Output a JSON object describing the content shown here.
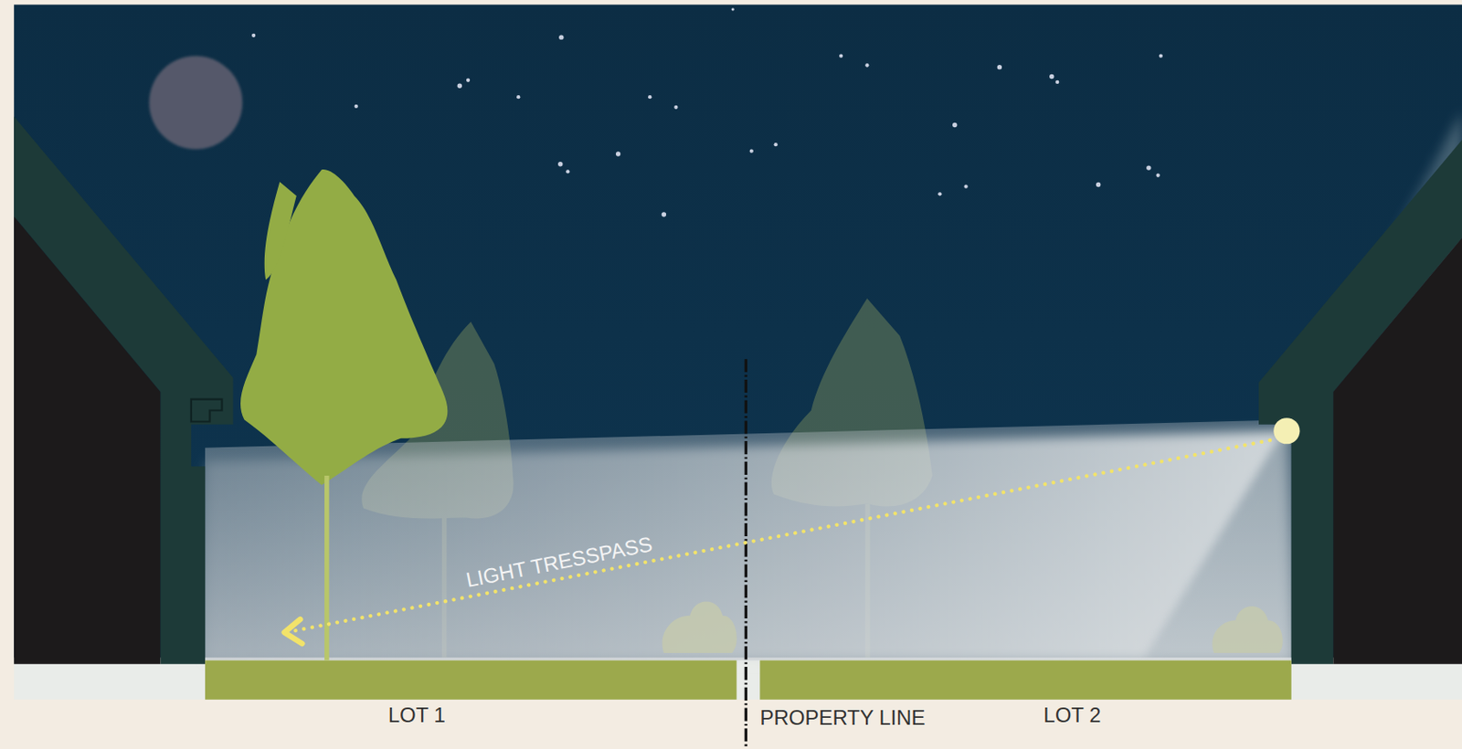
{
  "diagram": {
    "labels": [
      "LIGHT TRESSPASS",
      "LOT 1",
      "PROPERTY LINE",
      "LOT 2"
    ]
  }
}
